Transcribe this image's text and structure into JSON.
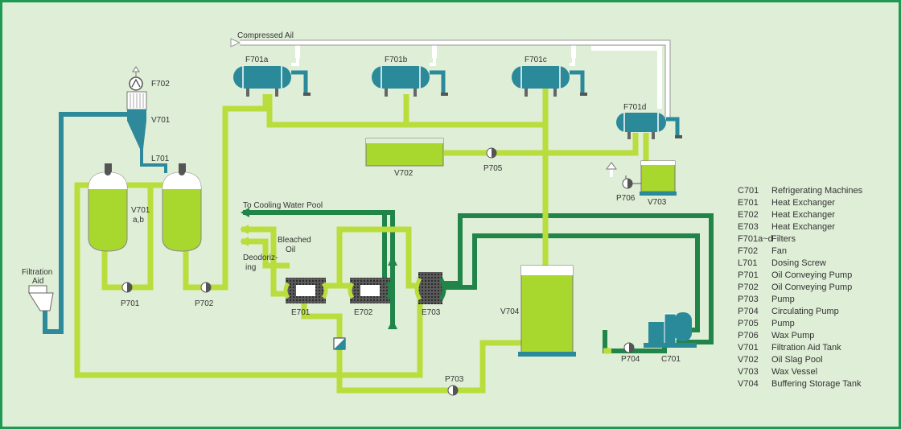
{
  "colors": {
    "background": "#dfeed6",
    "border": "#1e9a55",
    "oil_pipe": "#b9dd3c",
    "oil_liquid": "#a8d82e",
    "cooling_water": "#21854a",
    "filtration_pipe": "#2e8a9a",
    "equipment_teal": "#2a8a9a",
    "air_pipe": "#ffffff"
  },
  "labels": {
    "compressed_air": "Compressed Ail",
    "f701a": "F701a",
    "f701b": "F701b",
    "f701c": "F701c",
    "f701d": "F701d",
    "f702": "F702",
    "v701_top": "V701",
    "v701ab_1": "V701",
    "v701ab_2": "a,b",
    "l701": "L701",
    "filtration_aid_1": "Filtration",
    "filtration_aid_2": "Aid",
    "p701": "P701",
    "p702": "P702",
    "v702": "V702",
    "p705": "P705",
    "p706": "P706",
    "v703": "V703",
    "to_cooling": "To Cooling Water Pool",
    "bleached_1": "Bleached",
    "bleached_2": "Oil",
    "deodorizing_1": "Deodoriz-",
    "deodorizing_2": "ing",
    "e701": "E701",
    "e702": "E702",
    "e703": "E703",
    "v704": "V704",
    "p703": "P703",
    "p704": "P704",
    "c701": "C701"
  },
  "legend": [
    {
      "code": "C701",
      "name": "Refrigerating Machines"
    },
    {
      "code": "E701",
      "name": "Heat Exchanger"
    },
    {
      "code": "E702",
      "name": "Heat Exchanger"
    },
    {
      "code": "E703",
      "name": "Heat Exchanger"
    },
    {
      "code": "F701a~d",
      "name": "Filters"
    },
    {
      "code": "F702",
      "name": "Fan"
    },
    {
      "code": "L701",
      "name": "Dosing Screw"
    },
    {
      "code": "P701",
      "name": "Oil Conveying Pump"
    },
    {
      "code": "P702",
      "name": "Oil Conveying Pump"
    },
    {
      "code": "P703",
      "name": "Pump"
    },
    {
      "code": "P704",
      "name": "Circulating Pump"
    },
    {
      "code": "P705",
      "name": "Pump"
    },
    {
      "code": "P706",
      "name": "Wax Pump"
    },
    {
      "code": "V701",
      "name": "Filtration Aid Tank"
    },
    {
      "code": "V702",
      "name": "Oil Slag Pool"
    },
    {
      "code": "V703",
      "name": "Wax Vessel"
    },
    {
      "code": "V704",
      "name": "Buffering Storage Tank"
    }
  ]
}
